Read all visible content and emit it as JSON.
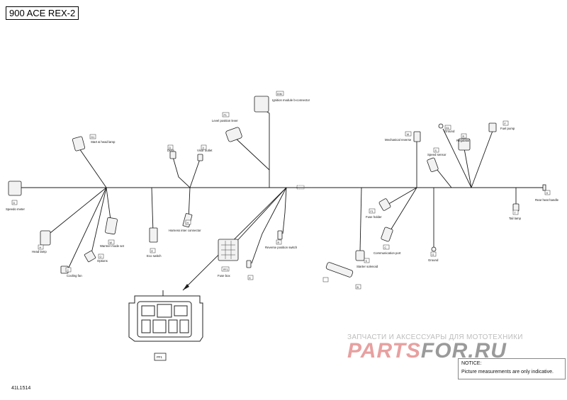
{
  "title": "900 ACE REX-2",
  "reference": "41L1514",
  "watermark_text": "ЗАПЧАСТИ И АКСЕССУАРЫ ДЛЯ МОТОТЕХНИКИ",
  "brand": {
    "part1": "PARTS",
    "part2": "FOR.RU"
  },
  "notice": {
    "heading": "NOTICE:",
    "text": "Picture measurements are only indicative."
  },
  "labels": {
    "speedo": "Speedo meter",
    "start_head": "Start & head lamp",
    "dess": "Dess",
    "visor": "Visor outlet",
    "lever": "Level position lever",
    "ignition": "Ignition module b-connector",
    "mechanical": "Mechanical reverse",
    "ground_top": "Ground",
    "regulator": "Regulator",
    "fuel_pump": "Fuel pump",
    "speed_sensor": "Speed sensor",
    "rear_heat": "Rear heat handle",
    "tail_lamp": "Tail lamp",
    "fuse_holder": "Fuse holder",
    "comm_port": "Communication port",
    "ground_bottom": "Ground",
    "starter": "Starter solenoid",
    "reverse_switch": "Reverse position switch",
    "fuse_box": "Fuse box",
    "harness_inter": "Harness inter connector",
    "eco": "Eco switch",
    "warmer": "Warmer mode set",
    "options": "Options",
    "head_lamp": "Head lamp",
    "cooling_fan": "Cooling fan",
    "pf1_tag": "PF1",
    "pf1_box": "PF1"
  },
  "tags": {
    "speedo": "D",
    "start_head": "D1",
    "dess": "D",
    "visor": "V",
    "lever": "P1",
    "ignition": "IGM",
    "mechanical": "M",
    "ground_top": "G1",
    "regulator": "R",
    "fuel_pump": "F",
    "speed_sensor": "S",
    "rear_heat": "H",
    "tail_lamp": "T",
    "fuse_holder": "F1",
    "comm_port": "C",
    "ground_bottom": "G",
    "starter": "S",
    "starter_b": "B",
    "reverse_switch": "R",
    "harness_inter": "H",
    "eco": "E",
    "warmer": "W",
    "options": "O",
    "head_lamp": "H",
    "cooling_fan": "C",
    "small_left": "K"
  }
}
